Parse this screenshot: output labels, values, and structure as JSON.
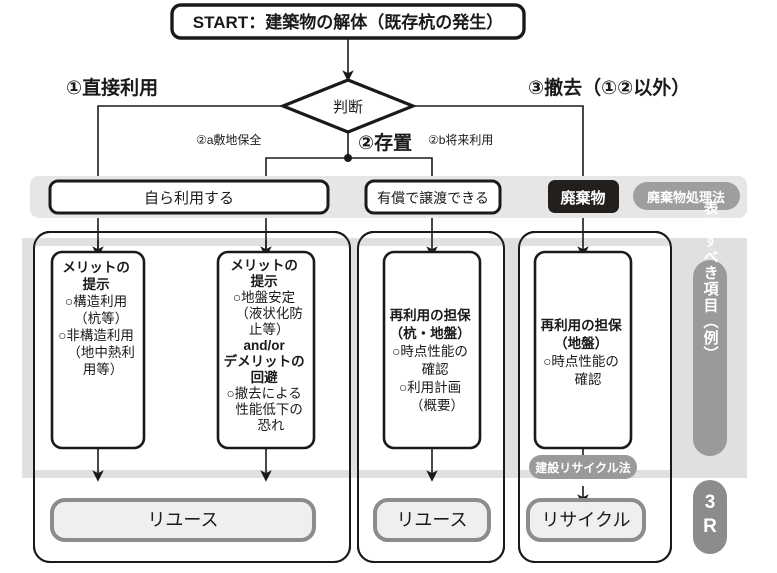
{
  "diagram": {
    "title_box": {
      "label": "START：建築物の解体（既存杭の発生）"
    },
    "decision": {
      "label": "判断"
    },
    "branches": {
      "b1": "①直接利用",
      "b2": "②存置",
      "b3": "③撤去（①②以外）",
      "b2a": "②a敷地保全",
      "b2b": "②b将来利用"
    },
    "status_row": {
      "own_use": "自ら利用する",
      "transfer": "有償で譲渡できる",
      "waste": "廃棄物",
      "waste_law_tag": "廃棄物処理法"
    },
    "cards": [
      {
        "id": "card-merit-direct",
        "lines": [
          {
            "text": "メリットの",
            "bold": true
          },
          {
            "text": "提示",
            "bold": true
          },
          {
            "text": "○構造利用",
            "bold": false
          },
          {
            "text": "（杭等）",
            "bold": false
          },
          {
            "text": "○非構造利用",
            "bold": false
          },
          {
            "text": "（地中熱利",
            "bold": false
          },
          {
            "text": "用等）",
            "bold": false
          }
        ]
      },
      {
        "id": "card-merit-demerit",
        "lines": [
          {
            "text": "メリットの",
            "bold": true
          },
          {
            "text": "提示",
            "bold": true
          },
          {
            "text": "○地盤安定",
            "bold": false
          },
          {
            "text": "（液状化防",
            "bold": false
          },
          {
            "text": "止等）",
            "bold": false
          },
          {
            "text": "and/or",
            "bold": true
          },
          {
            "text": "デメリットの",
            "bold": true
          },
          {
            "text": "回避",
            "bold": true
          },
          {
            "text": "○撤去による",
            "bold": false
          },
          {
            "text": "性能低下の",
            "bold": false
          },
          {
            "text": "恐れ",
            "bold": false
          }
        ]
      },
      {
        "id": "card-reuse-guarantee-pile",
        "lines": [
          {
            "text": "再利用の担保",
            "bold": true
          },
          {
            "text": "（杭・地盤）",
            "bold": true
          },
          {
            "text": "○時点性能の",
            "bold": false
          },
          {
            "text": "確認",
            "bold": false
          },
          {
            "text": "○利用計画",
            "bold": false
          },
          {
            "text": "（概要）",
            "bold": false
          }
        ]
      },
      {
        "id": "card-reuse-guarantee-ground",
        "lines": [
          {
            "text": "再利用の担保",
            "bold": true
          },
          {
            "text": "（地盤）",
            "bold": true
          },
          {
            "text": "○時点性能の",
            "bold": false
          },
          {
            "text": "確認",
            "bold": false
          }
        ]
      }
    ],
    "outcomes": [
      {
        "id": "outcome-reuse-left",
        "label": "リユース"
      },
      {
        "id": "outcome-reuse-mid",
        "label": "リユース"
      },
      {
        "id": "outcome-recycle",
        "label": "リサイクル"
      }
    ],
    "tags": {
      "construction_recycle_law": "建設リサイクル法"
    },
    "side_labels": {
      "display_items": "表示すべき項目（例）",
      "three_r_top": "3",
      "three_r_bottom": "R"
    },
    "colors": {
      "ink": "#1a1a1a",
      "panel_gray": "#e8e8e8",
      "band_gray": "#e3e3e3",
      "tag_gray": "#9a9a9a",
      "outcome_fill": "#efefef",
      "outcome_stroke": "#8c8c8c",
      "waste_fill": "#231f1c"
    }
  }
}
